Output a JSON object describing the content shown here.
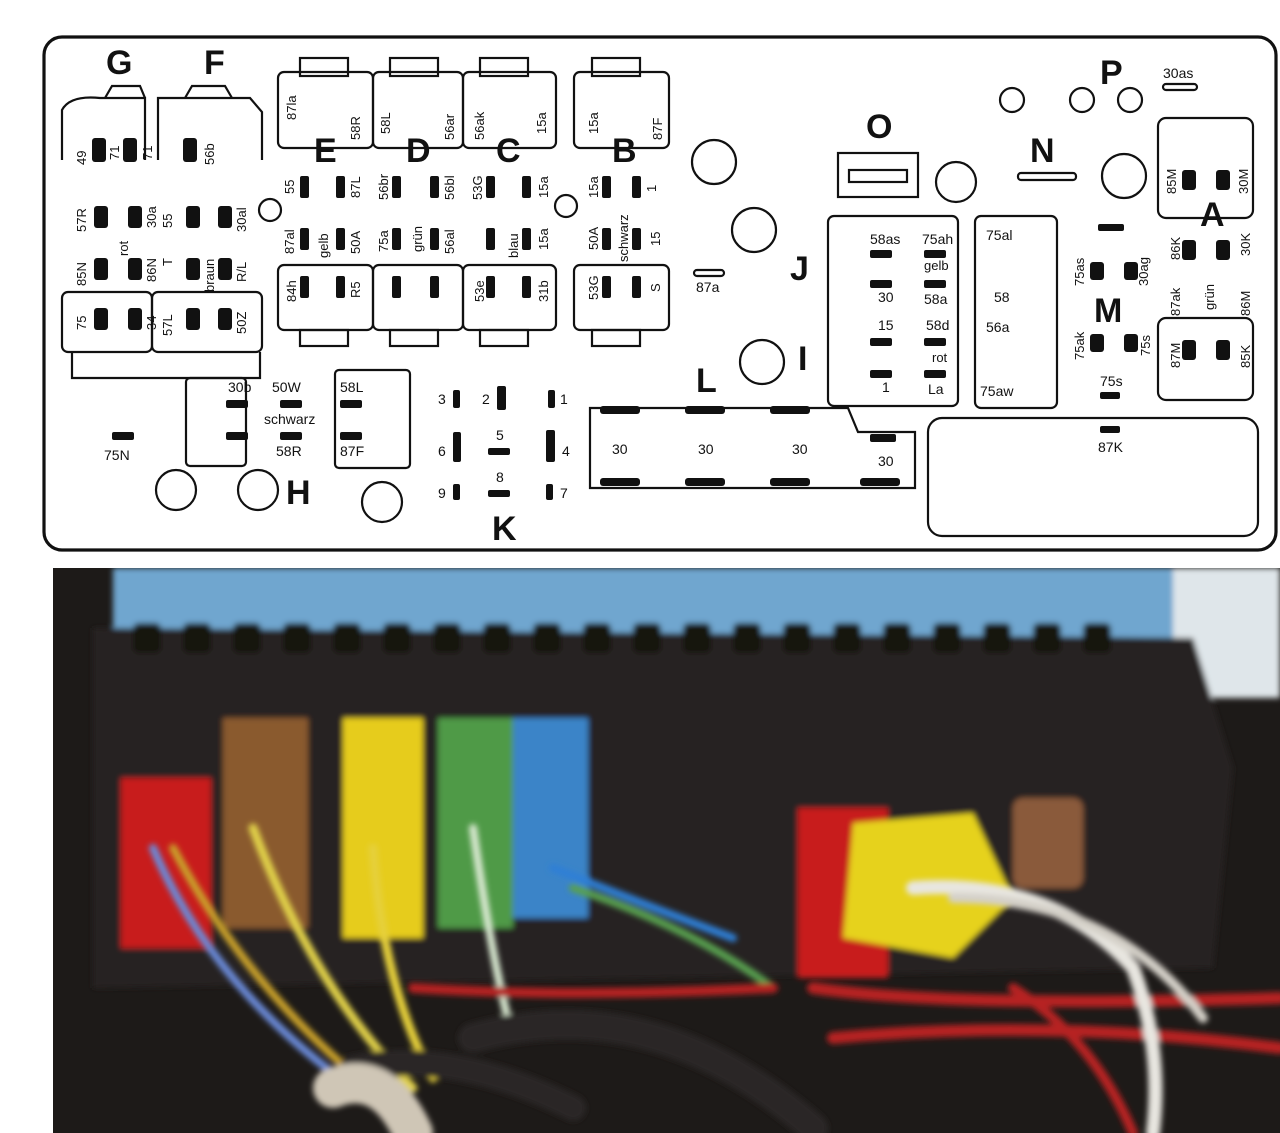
{
  "diagram": {
    "section_letters": [
      {
        "key": "G",
        "text": "G"
      },
      {
        "key": "F",
        "text": "F"
      },
      {
        "key": "E",
        "text": "E"
      },
      {
        "key": "D",
        "text": "D"
      },
      {
        "key": "C",
        "text": "C"
      },
      {
        "key": "B",
        "text": "B"
      },
      {
        "key": "O",
        "text": "O"
      },
      {
        "key": "P",
        "text": "P"
      },
      {
        "key": "N",
        "text": "N"
      },
      {
        "key": "A",
        "text": "A"
      },
      {
        "key": "J",
        "text": "J"
      },
      {
        "key": "I",
        "text": "I"
      },
      {
        "key": "M",
        "text": "M"
      },
      {
        "key": "L",
        "text": "L"
      },
      {
        "key": "H",
        "text": "H"
      },
      {
        "key": "K",
        "text": "K"
      }
    ],
    "group_G_pins": [
      "49",
      "71",
      "71"
    ],
    "group_F_pins": [
      "56b"
    ],
    "left_grid": {
      "row1": [
        "57R",
        "30a",
        "55",
        "30al"
      ],
      "row2": [
        "85N",
        "86N",
        "T",
        "R/L"
      ],
      "row3": [
        "75",
        "34",
        "57L",
        "50Z"
      ],
      "colors": [
        "rot",
        "braun"
      ]
    },
    "top_relays": [
      "87la",
      "58R",
      "58L",
      "56ar",
      "56ak",
      "15a",
      "15a",
      "87F"
    ],
    "E_pins": [
      "55",
      "87L",
      "87al",
      "50A",
      "84h",
      "R5"
    ],
    "E_color": "gelb",
    "D_pins": [
      "56br",
      "56bl",
      "75a",
      "56al"
    ],
    "D_color": "grün",
    "C_pins": [
      "53G",
      "15a",
      "53e",
      "31b"
    ],
    "C_color": "blau",
    "C_extra": "15a",
    "B_pins": [
      "15a",
      "1",
      "50A",
      "15",
      "53G",
      "S"
    ],
    "B_color": "schwarz",
    "pin_87a": "87a",
    "pin_30as": "30as",
    "J_I_pins": [
      "58as",
      "75ah",
      "58a",
      "30",
      "15",
      "58d",
      "1",
      "La"
    ],
    "J_I_colors": [
      "gelb",
      "rot"
    ],
    "right_col_pins": [
      "75al",
      "58",
      "56a",
      "75aw"
    ],
    "A_pins": [
      "85M",
      "30M",
      "86K",
      "30K"
    ],
    "M_pins": [
      "75as",
      "30ag",
      "87ak",
      "86M",
      "75ak",
      "75s",
      "87M",
      "85K"
    ],
    "M_color": "grün",
    "pin_75s": "75s",
    "pin_87K": "87K",
    "H_pins": [
      "30b",
      "50W",
      "schwarz",
      "58R",
      "58L",
      "87F"
    ],
    "pin_75N": "75N",
    "K_numbers": [
      "3",
      "2",
      "1",
      "6",
      "5",
      "4",
      "9",
      "8",
      "7"
    ],
    "L_labels": [
      "30",
      "30",
      "30",
      "30"
    ]
  },
  "colors": {
    "line": "#111111",
    "paper": "#ffffff",
    "photo_bg": "#1d1a18",
    "sky": "#6fa6cf",
    "conn_red": "#c81c1c",
    "conn_brown": "#8a5a2e",
    "conn_yellow": "#e6cc1a",
    "conn_green": "#4f9a46",
    "conn_blue": "#3a84c8",
    "wire_red": "#b62020"
  }
}
